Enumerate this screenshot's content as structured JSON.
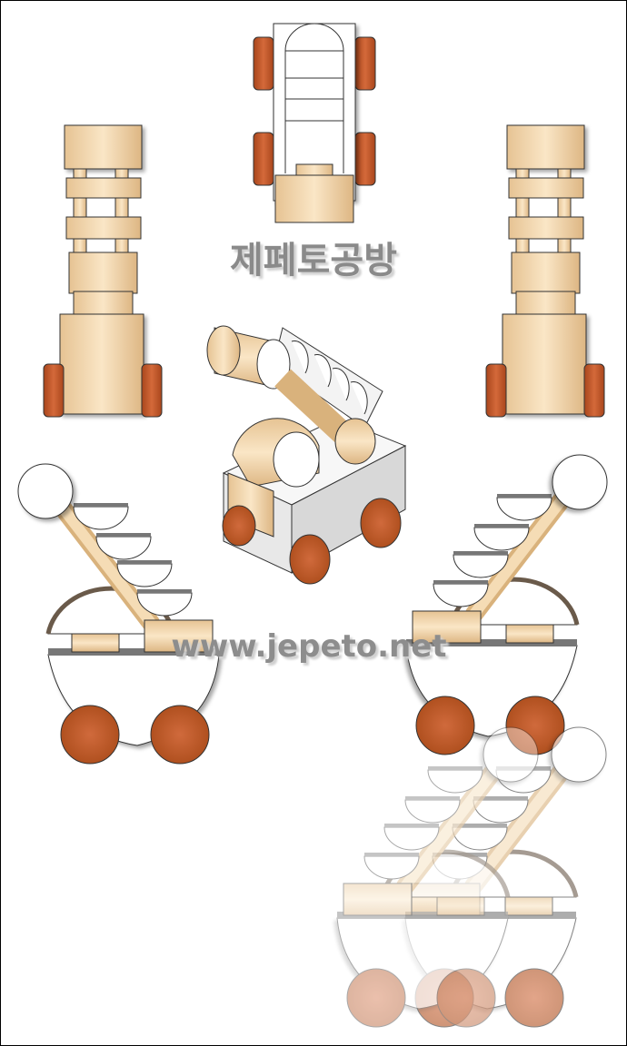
{
  "watermark": {
    "brand_korean": "제페토공방",
    "url": "www.jepeto.net"
  },
  "colors": {
    "wood": "#f1d3a4",
    "wood_dark": "#d9b27c",
    "wheel": "#c35b2b",
    "white_part": "#ffffff",
    "outline": "#333333",
    "ghost_grey": "#cfcfcf"
  },
  "views": [
    "top-view",
    "left-elevation",
    "right-elevation",
    "isometric-view",
    "side-view-left",
    "side-view-right",
    "transparent-side-view"
  ]
}
